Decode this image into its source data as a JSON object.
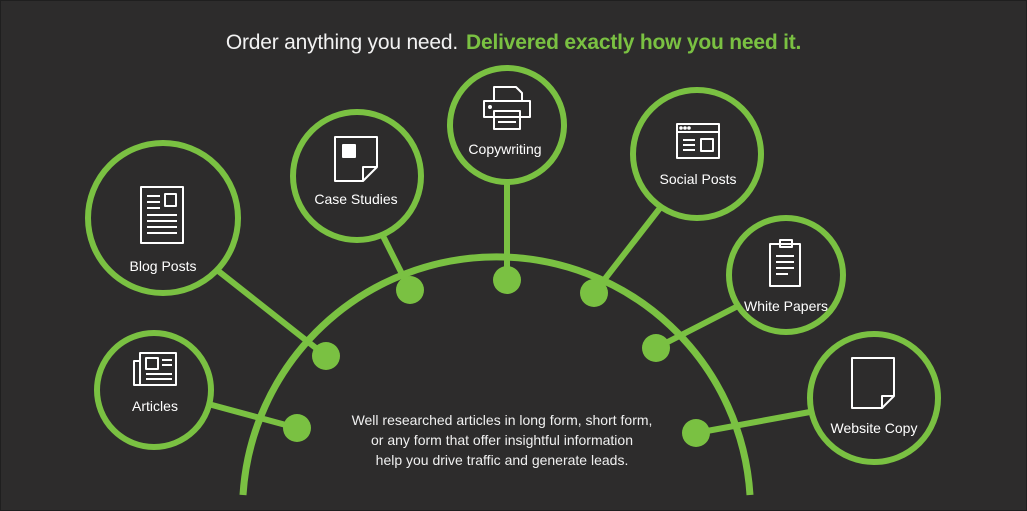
{
  "headline": {
    "lead": "Order anything you need.",
    "accent": "Delivered exactly how you need it."
  },
  "colors": {
    "background": "#2d2c2c",
    "accent_green": "#7ac142",
    "text": "#ffffff"
  },
  "nodes": [
    {
      "label": "Blog Posts",
      "icon": "document-icon"
    },
    {
      "label": "Case Studies",
      "icon": "sticky-note-icon"
    },
    {
      "label": "Copywriting",
      "icon": "printer-icon"
    },
    {
      "label": "Social Posts",
      "icon": "browser-window-icon"
    },
    {
      "label": "White Papers",
      "icon": "clipboard-icon"
    },
    {
      "label": "Articles",
      "icon": "newspaper-icon"
    },
    {
      "label": "Website Copy",
      "icon": "page-icon"
    }
  ],
  "description": [
    "Well researched articles in long form, short form,",
    "or any form that offer insightful information",
    "help you drive traffic and generate leads."
  ]
}
